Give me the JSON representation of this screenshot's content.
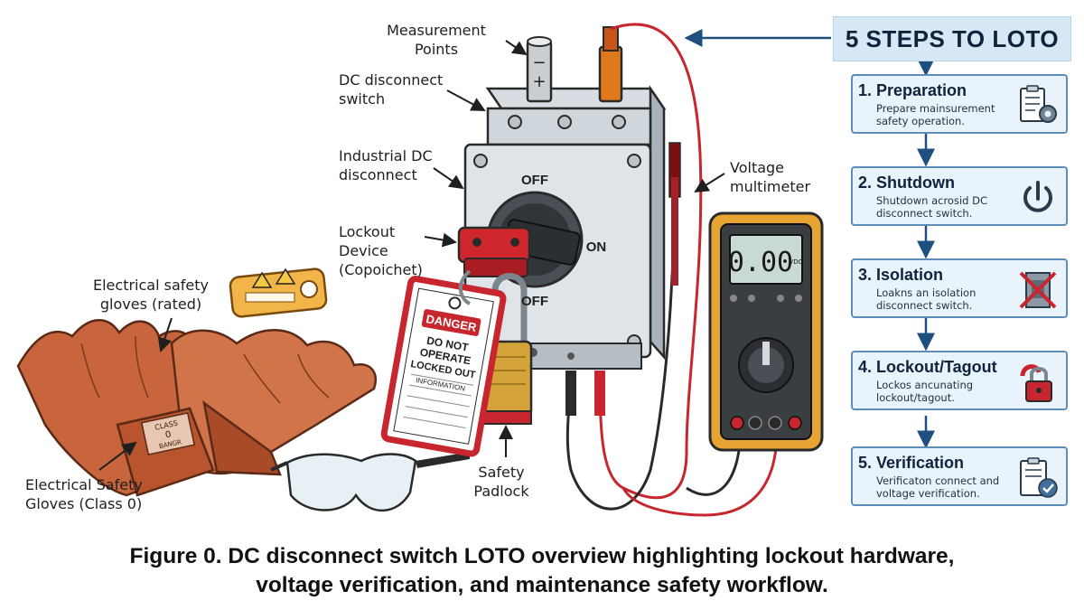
{
  "labels": {
    "measurement_points": "Measurement Points",
    "dc_disconnect_switch": "DC disconnect switch",
    "industrial_dc_disconnect": "Industrial DC disconnect",
    "lockout_device": "Lockout Device (Copoichet)",
    "voltage_multimeter": "Voltage multimeter",
    "electrical_safety_gloves_rated": "Electrical safety gloves (rated)",
    "electrical_safety_gloves_class0": "Electrical Safety Gloves (Class 0)",
    "safety_padlock": "Safety Padlock"
  },
  "switch": {
    "off_top": "OFF",
    "on": "ON",
    "off_bottom": "OFF",
    "terminal_minus": "−",
    "terminal_plus": "+"
  },
  "tag": {
    "danger": "DANGER",
    "line1": "DO NOT",
    "line2": "OPERATE",
    "line3": "LOCKED OUT",
    "line4": "INFORMATION"
  },
  "meter": {
    "reading": "0.00",
    "unit": "VDC"
  },
  "gloves": {
    "badge_line1": "CLASS",
    "badge_line2": "0",
    "badge_line3": "BANGR"
  },
  "panel": {
    "title": "5 STEPS TO LOTO",
    "steps": [
      {
        "title": "1. Preparation",
        "desc": "Prepare mainsurement safety operation.",
        "icon": "clipboard-gear-icon"
      },
      {
        "title": "2. Shutdown",
        "desc": "Shutdown acrosid DC disconnect switch.",
        "icon": "power-icon"
      },
      {
        "title": "3. Isolation",
        "desc": "Loakns an isolation disconnect switch.",
        "icon": "isolation-icon"
      },
      {
        "title": "4. Lockout/Tagout",
        "desc": "Lockos ancunating lockout/tagout.",
        "icon": "padlock-icon"
      },
      {
        "title": "5. Verification",
        "desc": "Verificaton connect and voltage verification.",
        "icon": "clipboard-check-icon"
      }
    ]
  },
  "caption": {
    "line1": "Figure 0. DC disconnect switch LOTO overview highlighting lockout hardware,",
    "line2": "voltage verification, and maintenance safety workflow."
  },
  "colors": {
    "arrow_blue": "#1f4f7f",
    "panel_border": "#5d8db8",
    "glove": "#c8653d",
    "lock_red": "#c8262e",
    "meter_yellow": "#e6a532"
  }
}
